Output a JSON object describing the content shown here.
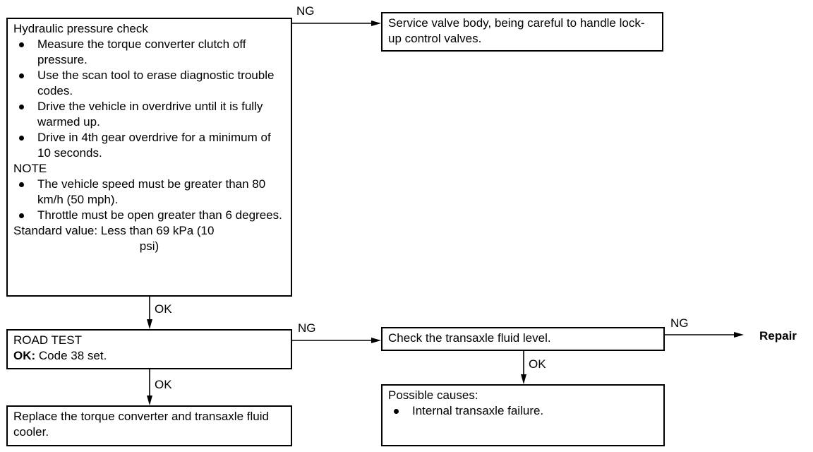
{
  "boxes": {
    "hydraulic": {
      "title": "Hydraulic pressure check",
      "steps": [
        "Measure the torque converter clutch off pressure.",
        "Use the scan tool to erase diagnostic trouble codes.",
        "Drive the vehicle in overdrive until it is fully warmed up.",
        "Drive in 4th gear overdrive for a minimum of 10 seconds."
      ],
      "note_label": "NOTE",
      "notes": [
        "The vehicle speed must be greater than 80 km/h (50 mph).",
        "Throttle must be open greater than 6 degrees."
      ],
      "standard_value": "Standard value: Less than 69 kPa (10",
      "standard_value_cont": "psi)"
    },
    "service_valve": {
      "text": "Service valve body, being careful to handle lock-up control valves."
    },
    "road_test": {
      "title": "ROAD TEST",
      "ok_label": "OK:",
      "ok_text": "Code 38 set."
    },
    "fluid_level": {
      "text": "Check the transaxle fluid level."
    },
    "replace": {
      "text": "Replace the torque converter and transaxle fluid cooler."
    },
    "possible_causes": {
      "title": "Possible causes:",
      "items": [
        "Internal transaxle failure."
      ]
    }
  },
  "labels": {
    "ng": "NG",
    "ok": "OK",
    "repair": "Repair"
  }
}
